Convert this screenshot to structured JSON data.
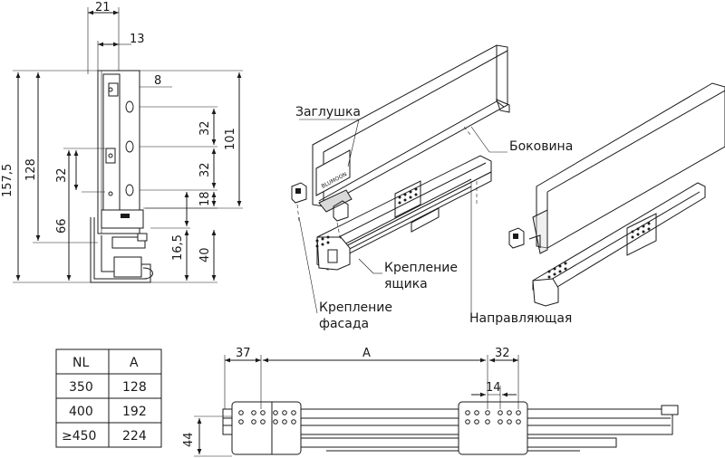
{
  "dimensions": {
    "w21": "21",
    "w13": "13",
    "w8": "8",
    "h157": "157,5",
    "h128": "128",
    "h66": "66",
    "h32a": "32",
    "h32b": "32",
    "h32c": "32",
    "h101": "101",
    "h18": "18",
    "h16": "16,5",
    "h40": "40",
    "d37": "37",
    "dA": "A",
    "d32": "32",
    "d14": "14",
    "d44": "44"
  },
  "labels": {
    "zaglushka": "Заглушка",
    "bokovina": "Боковина",
    "kreplenie_yashchika_1": "Крепление",
    "kreplenie_yashchika_2": "ящика",
    "kreplenie_fasada_1": "Крепление",
    "kreplenie_fasada_2": "фасада",
    "napravlyayushchaya": "Направляющая",
    "brand": "BLUMOON"
  },
  "table": {
    "headers": [
      "NL",
      "A"
    ],
    "rows": [
      [
        "350",
        "128"
      ],
      [
        "400",
        "192"
      ],
      [
        "≥450",
        "224"
      ]
    ]
  }
}
